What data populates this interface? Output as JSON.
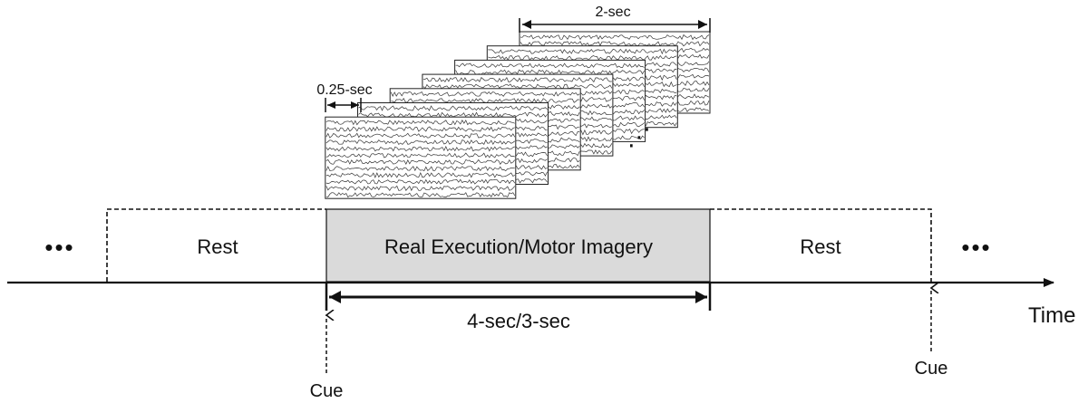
{
  "labels": {
    "rest_left": "Rest",
    "task": "Real Execution/Motor Imagery",
    "rest_right": "Rest",
    "task_duration": "4-sec/3-sec",
    "time_axis": "Time",
    "cue_left": "Cue",
    "cue_right": "Cue",
    "window_length": "2-sec",
    "window_shift": "0.25-sec"
  },
  "glyphs": {
    "ellipsis_left": "•••",
    "ellipsis_right": "•••",
    "stack_continuation": "⋰"
  },
  "colors": {
    "task_fill": "#dadada",
    "line": "#111111",
    "eeg_panel": "#ffffff"
  }
}
